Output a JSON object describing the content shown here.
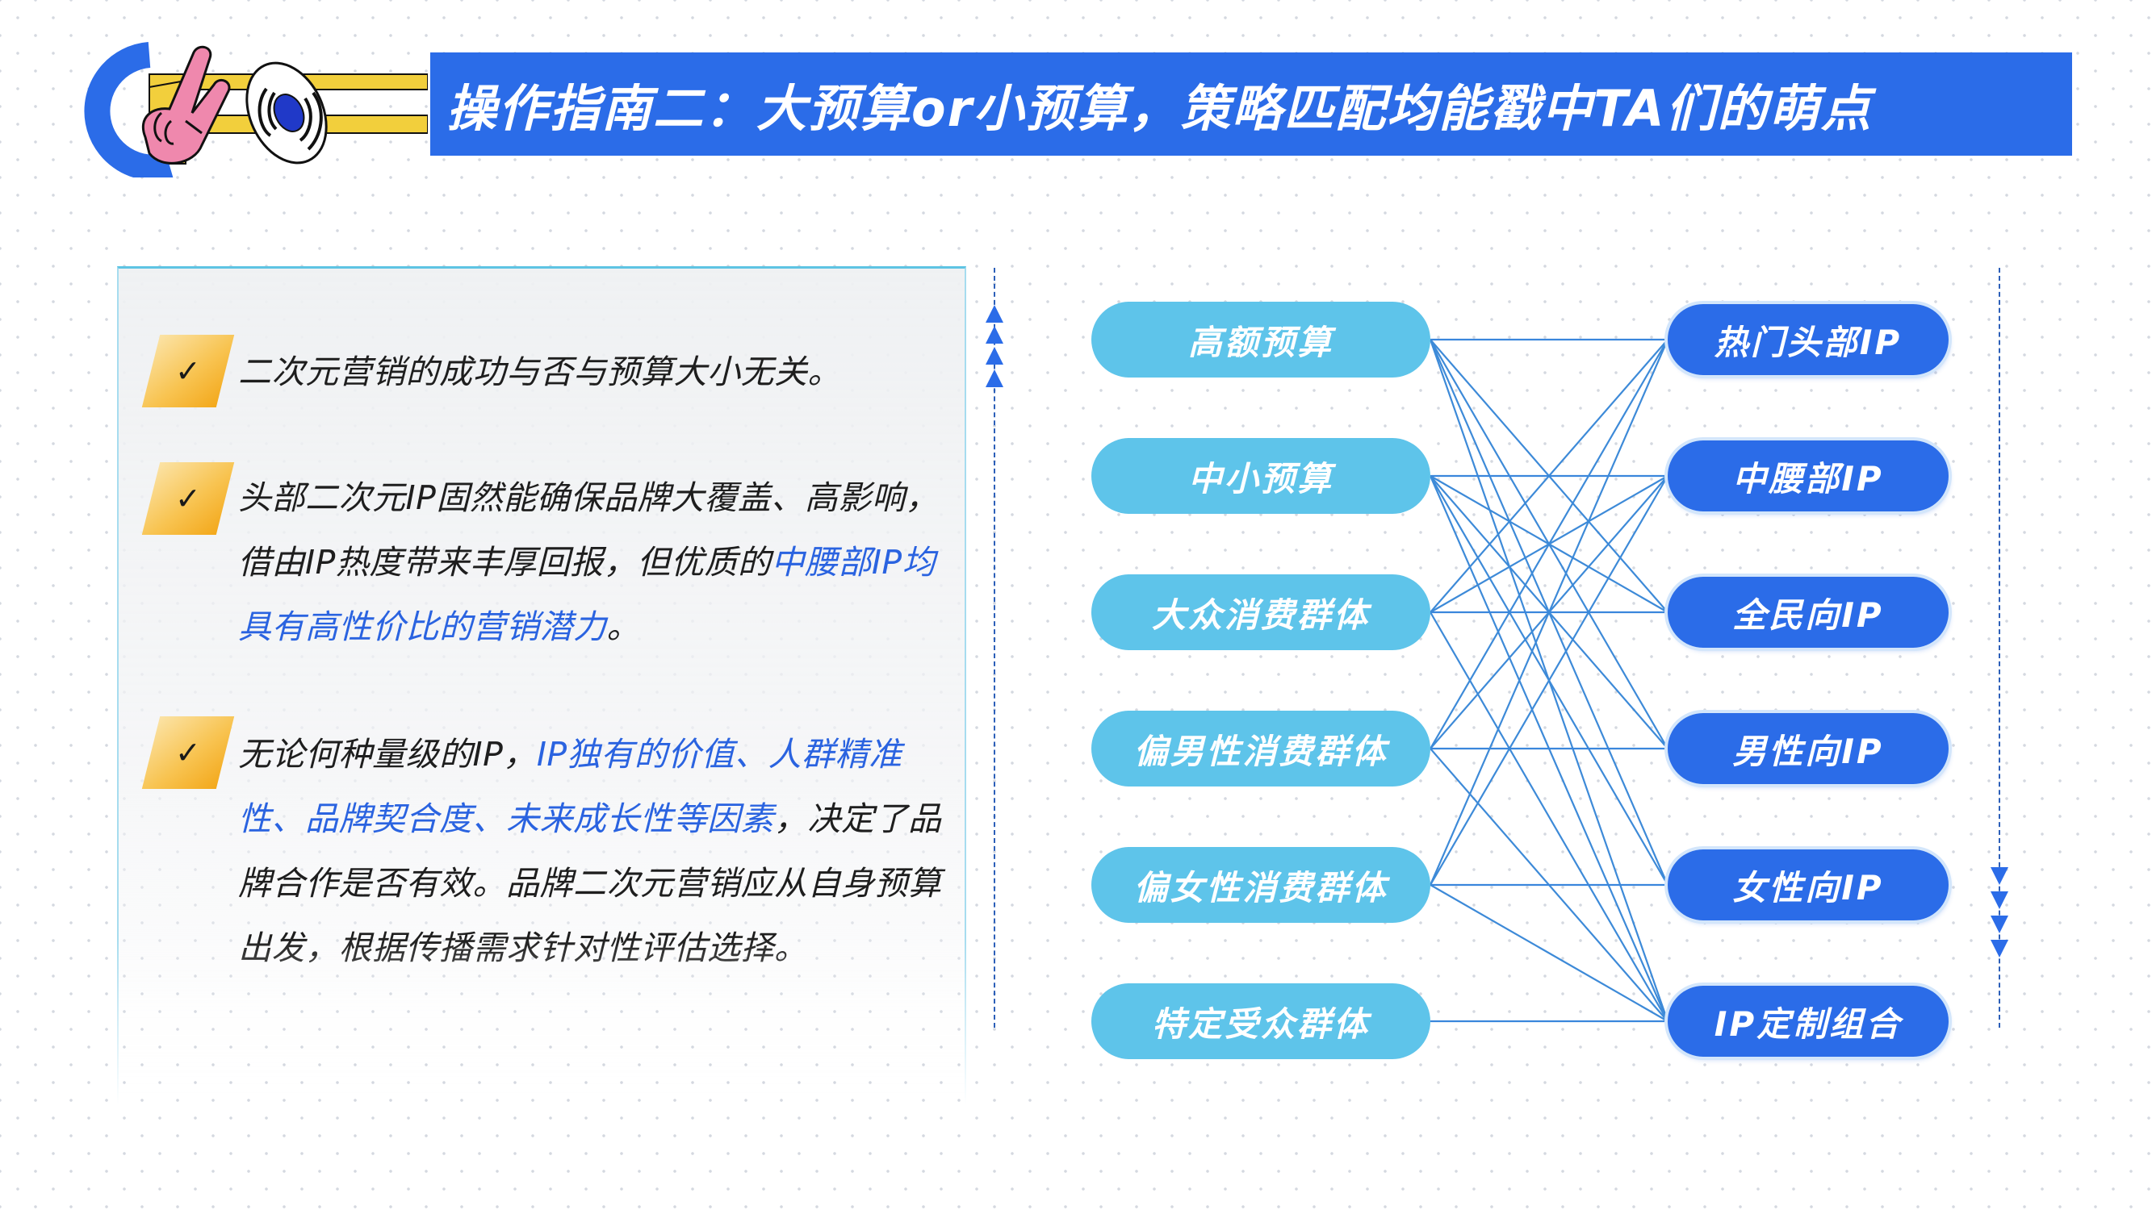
{
  "header": {
    "title": "操作指南二：大预算or小预算，策略匹配均能戳中TA们的萌点",
    "logo_icons": [
      "letter-c-shape",
      "peace-hand",
      "vinyl-disc"
    ]
  },
  "colors": {
    "title_bg": "#2b6ce8",
    "left_node": "#5ec4ea",
    "right_node": "#2b6ce8",
    "highlight_text": "#2a63e0",
    "check_badge": "#f8c452",
    "edge": "#3b8fdc"
  },
  "panel": {
    "bullets": [
      {
        "icon": "check-icon",
        "segments": [
          {
            "text": "二次元营销的成功与否与预算大小无关。",
            "highlight": false
          }
        ]
      },
      {
        "icon": "check-icon",
        "segments": [
          {
            "text": "头部二次元IP固然能确保品牌大覆盖、高影响，借由IP热度带来丰厚回报，但优质的",
            "highlight": false
          },
          {
            "text": "中腰部IP均具有高性价比的营销潜力",
            "highlight": true
          },
          {
            "text": "。",
            "highlight": false
          }
        ]
      },
      {
        "icon": "check-icon",
        "segments": [
          {
            "text": "无论何种量级的IP，",
            "highlight": false
          },
          {
            "text": "IP独有的价值、人群精准性、品牌契合度、未来成长性等因素",
            "highlight": true
          },
          {
            "text": "，决定了品牌合作是否有效。品牌二次元营销应从自身预算出发，根据传播需求针对性评估选择。",
            "highlight": false
          }
        ]
      }
    ]
  },
  "diagram": {
    "left_nodes": [
      "高额预算",
      "中小预算",
      "大众消费群体",
      "偏男性消费群体",
      "偏女性消费群体",
      "特定受众群体"
    ],
    "right_nodes": [
      "热门头部IP",
      "中腰部IP",
      "全民向IP",
      "男性向IP",
      "女性向IP",
      "IP定制组合"
    ],
    "edges": [
      [
        0,
        0
      ],
      [
        0,
        2
      ],
      [
        0,
        3
      ],
      [
        0,
        4
      ],
      [
        0,
        5
      ],
      [
        1,
        1
      ],
      [
        1,
        2
      ],
      [
        1,
        3
      ],
      [
        1,
        4
      ],
      [
        1,
        5
      ],
      [
        2,
        2
      ],
      [
        2,
        0
      ],
      [
        2,
        1
      ],
      [
        2,
        5
      ],
      [
        3,
        3
      ],
      [
        3,
        0
      ],
      [
        3,
        1
      ],
      [
        3,
        5
      ],
      [
        4,
        4
      ],
      [
        4,
        0
      ],
      [
        4,
        1
      ],
      [
        4,
        5
      ],
      [
        5,
        5
      ]
    ],
    "left_rail_arrows": "up",
    "right_rail_arrows": "down"
  }
}
